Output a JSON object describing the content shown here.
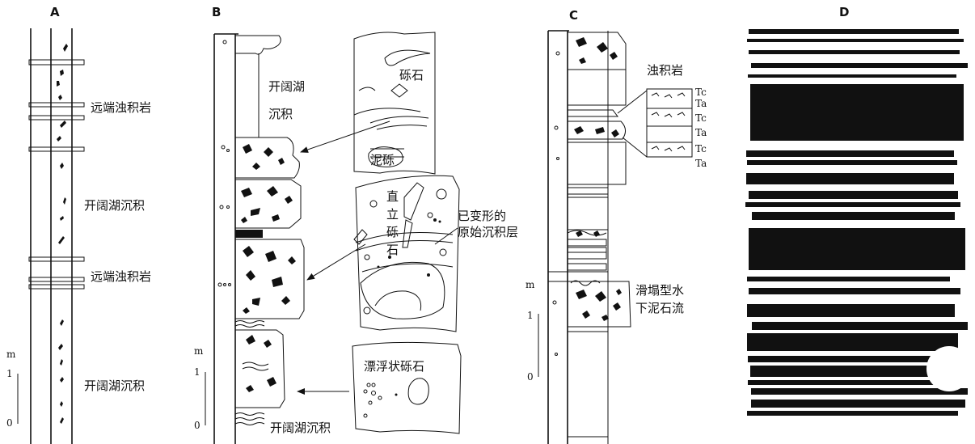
{
  "panels": [
    {
      "id": "A",
      "label": "A"
    },
    {
      "id": "B",
      "label": "B"
    },
    {
      "id": "C",
      "label": "C"
    },
    {
      "id": "D",
      "label": "D"
    }
  ],
  "annotations": {
    "a_distal_turbidite_1": "远端浊积岩",
    "a_open_lake_1": "开阔湖沉积",
    "a_distal_turbidite_2": "远端浊积岩",
    "a_open_lake_2": "开阔湖沉积",
    "b_open_lake_1": "开阔湖",
    "b_open_lake_2": "沉积",
    "b_gravel": "砾石",
    "b_mud_gravel": "泥砾",
    "b_upright_1": "直",
    "b_upright_2": "立",
    "b_upright_3": "砾",
    "b_upright_4": "石",
    "b_deformed_1": "已变形的",
    "b_deformed_2": "原始沉积层",
    "b_floating": "漂浮状砾石",
    "b_open_lake_bottom": "开阔湖沉积",
    "c_turbidite": "浊积岩",
    "c_slump_1": "滑塌型水",
    "c_slump_2": "下泥石流"
  },
  "bouma_labels": [
    "Tc",
    "Ta",
    "Tc",
    "Ta",
    "Tc",
    "Ta"
  ],
  "scale_bars": [
    {
      "unit": "m",
      "top": "1",
      "bottom": "0"
    },
    {
      "unit": "m",
      "top": "1",
      "bottom": "0"
    },
    {
      "unit": "m",
      "top": "1",
      "bottom": "0"
    }
  ]
}
